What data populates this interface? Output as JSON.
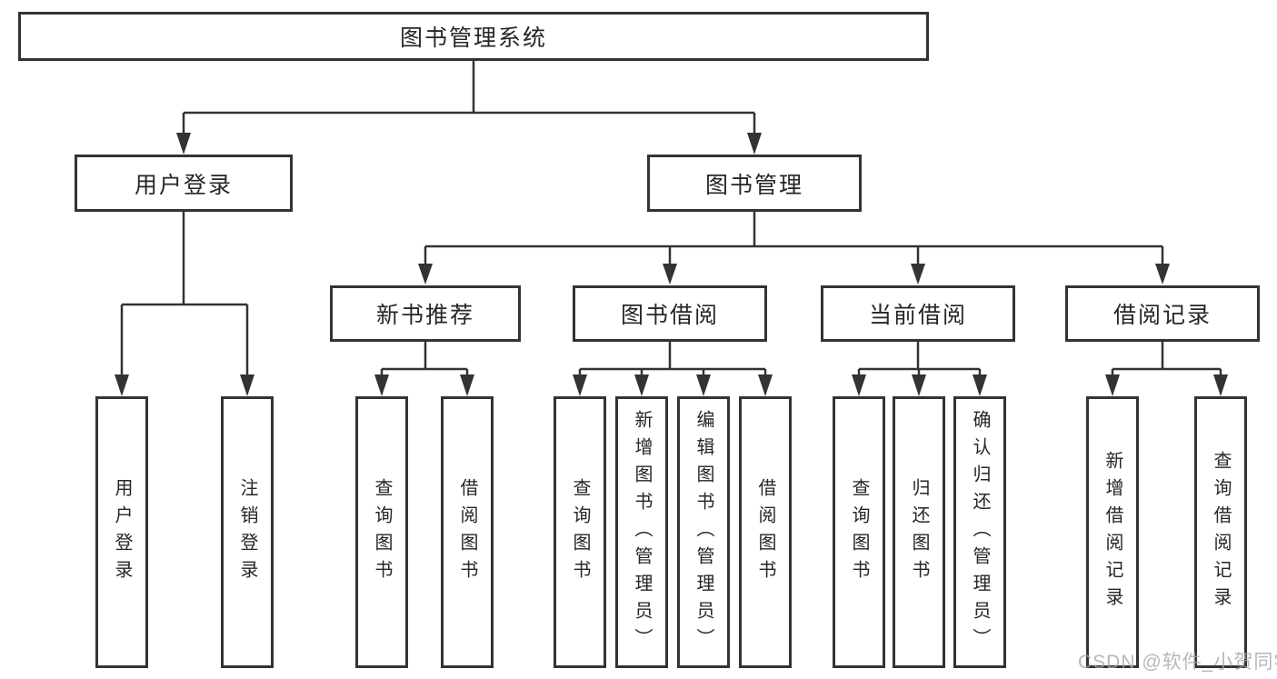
{
  "diagram": {
    "title": "图书管理系统",
    "level2": [
      {
        "label": "用户登录"
      },
      {
        "label": "图书管理"
      }
    ],
    "level3": [
      {
        "label": "新书推荐",
        "parent": "图书管理"
      },
      {
        "label": "图书借阅",
        "parent": "图书管理"
      },
      {
        "label": "当前借阅",
        "parent": "图书管理"
      },
      {
        "label": "借阅记录",
        "parent": "图书管理"
      }
    ],
    "leaves": [
      {
        "label": "用户登录",
        "parent": "用户登录"
      },
      {
        "label": "注销登录",
        "parent": "用户登录"
      },
      {
        "label": "查询图书",
        "parent": "新书推荐"
      },
      {
        "label": "借阅图书",
        "parent": "新书推荐"
      },
      {
        "label": "查询图书",
        "parent": "图书借阅"
      },
      {
        "label": "新增图书（管理员）",
        "parent": "图书借阅"
      },
      {
        "label": "编辑图书（管理员）",
        "parent": "图书借阅"
      },
      {
        "label": "借阅图书",
        "parent": "图书借阅"
      },
      {
        "label": "查询图书",
        "parent": "当前借阅"
      },
      {
        "label": "归还图书",
        "parent": "当前借阅"
      },
      {
        "label": "确认归还（管理员）",
        "parent": "当前借阅"
      },
      {
        "label": "新增借阅记录",
        "parent": "借阅记录"
      },
      {
        "label": "查询借阅记录",
        "parent": "借阅记录"
      }
    ]
  },
  "watermark": "CSDN @软件_小贺同学",
  "colors": {
    "line": "#333333",
    "text": "#262626",
    "background": "#ffffff",
    "watermark": "#a6a6a6"
  }
}
